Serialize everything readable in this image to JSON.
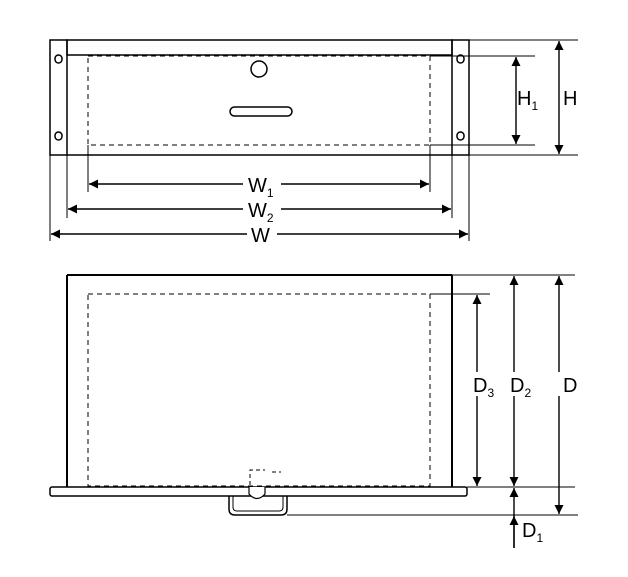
{
  "front_view": {
    "labels": {
      "w1": {
        "main": "W",
        "sub": "1"
      },
      "w2": {
        "main": "W",
        "sub": "2"
      },
      "w": {
        "main": "W"
      },
      "h1": {
        "main": "H",
        "sub": "1"
      },
      "h": {
        "main": "H"
      }
    }
  },
  "side_view": {
    "labels": {
      "d3": {
        "main": "D",
        "sub": "3"
      },
      "d2": {
        "main": "D",
        "sub": "2"
      },
      "d": {
        "main": "D"
      },
      "d1": {
        "main": "D",
        "sub": "1"
      }
    }
  }
}
